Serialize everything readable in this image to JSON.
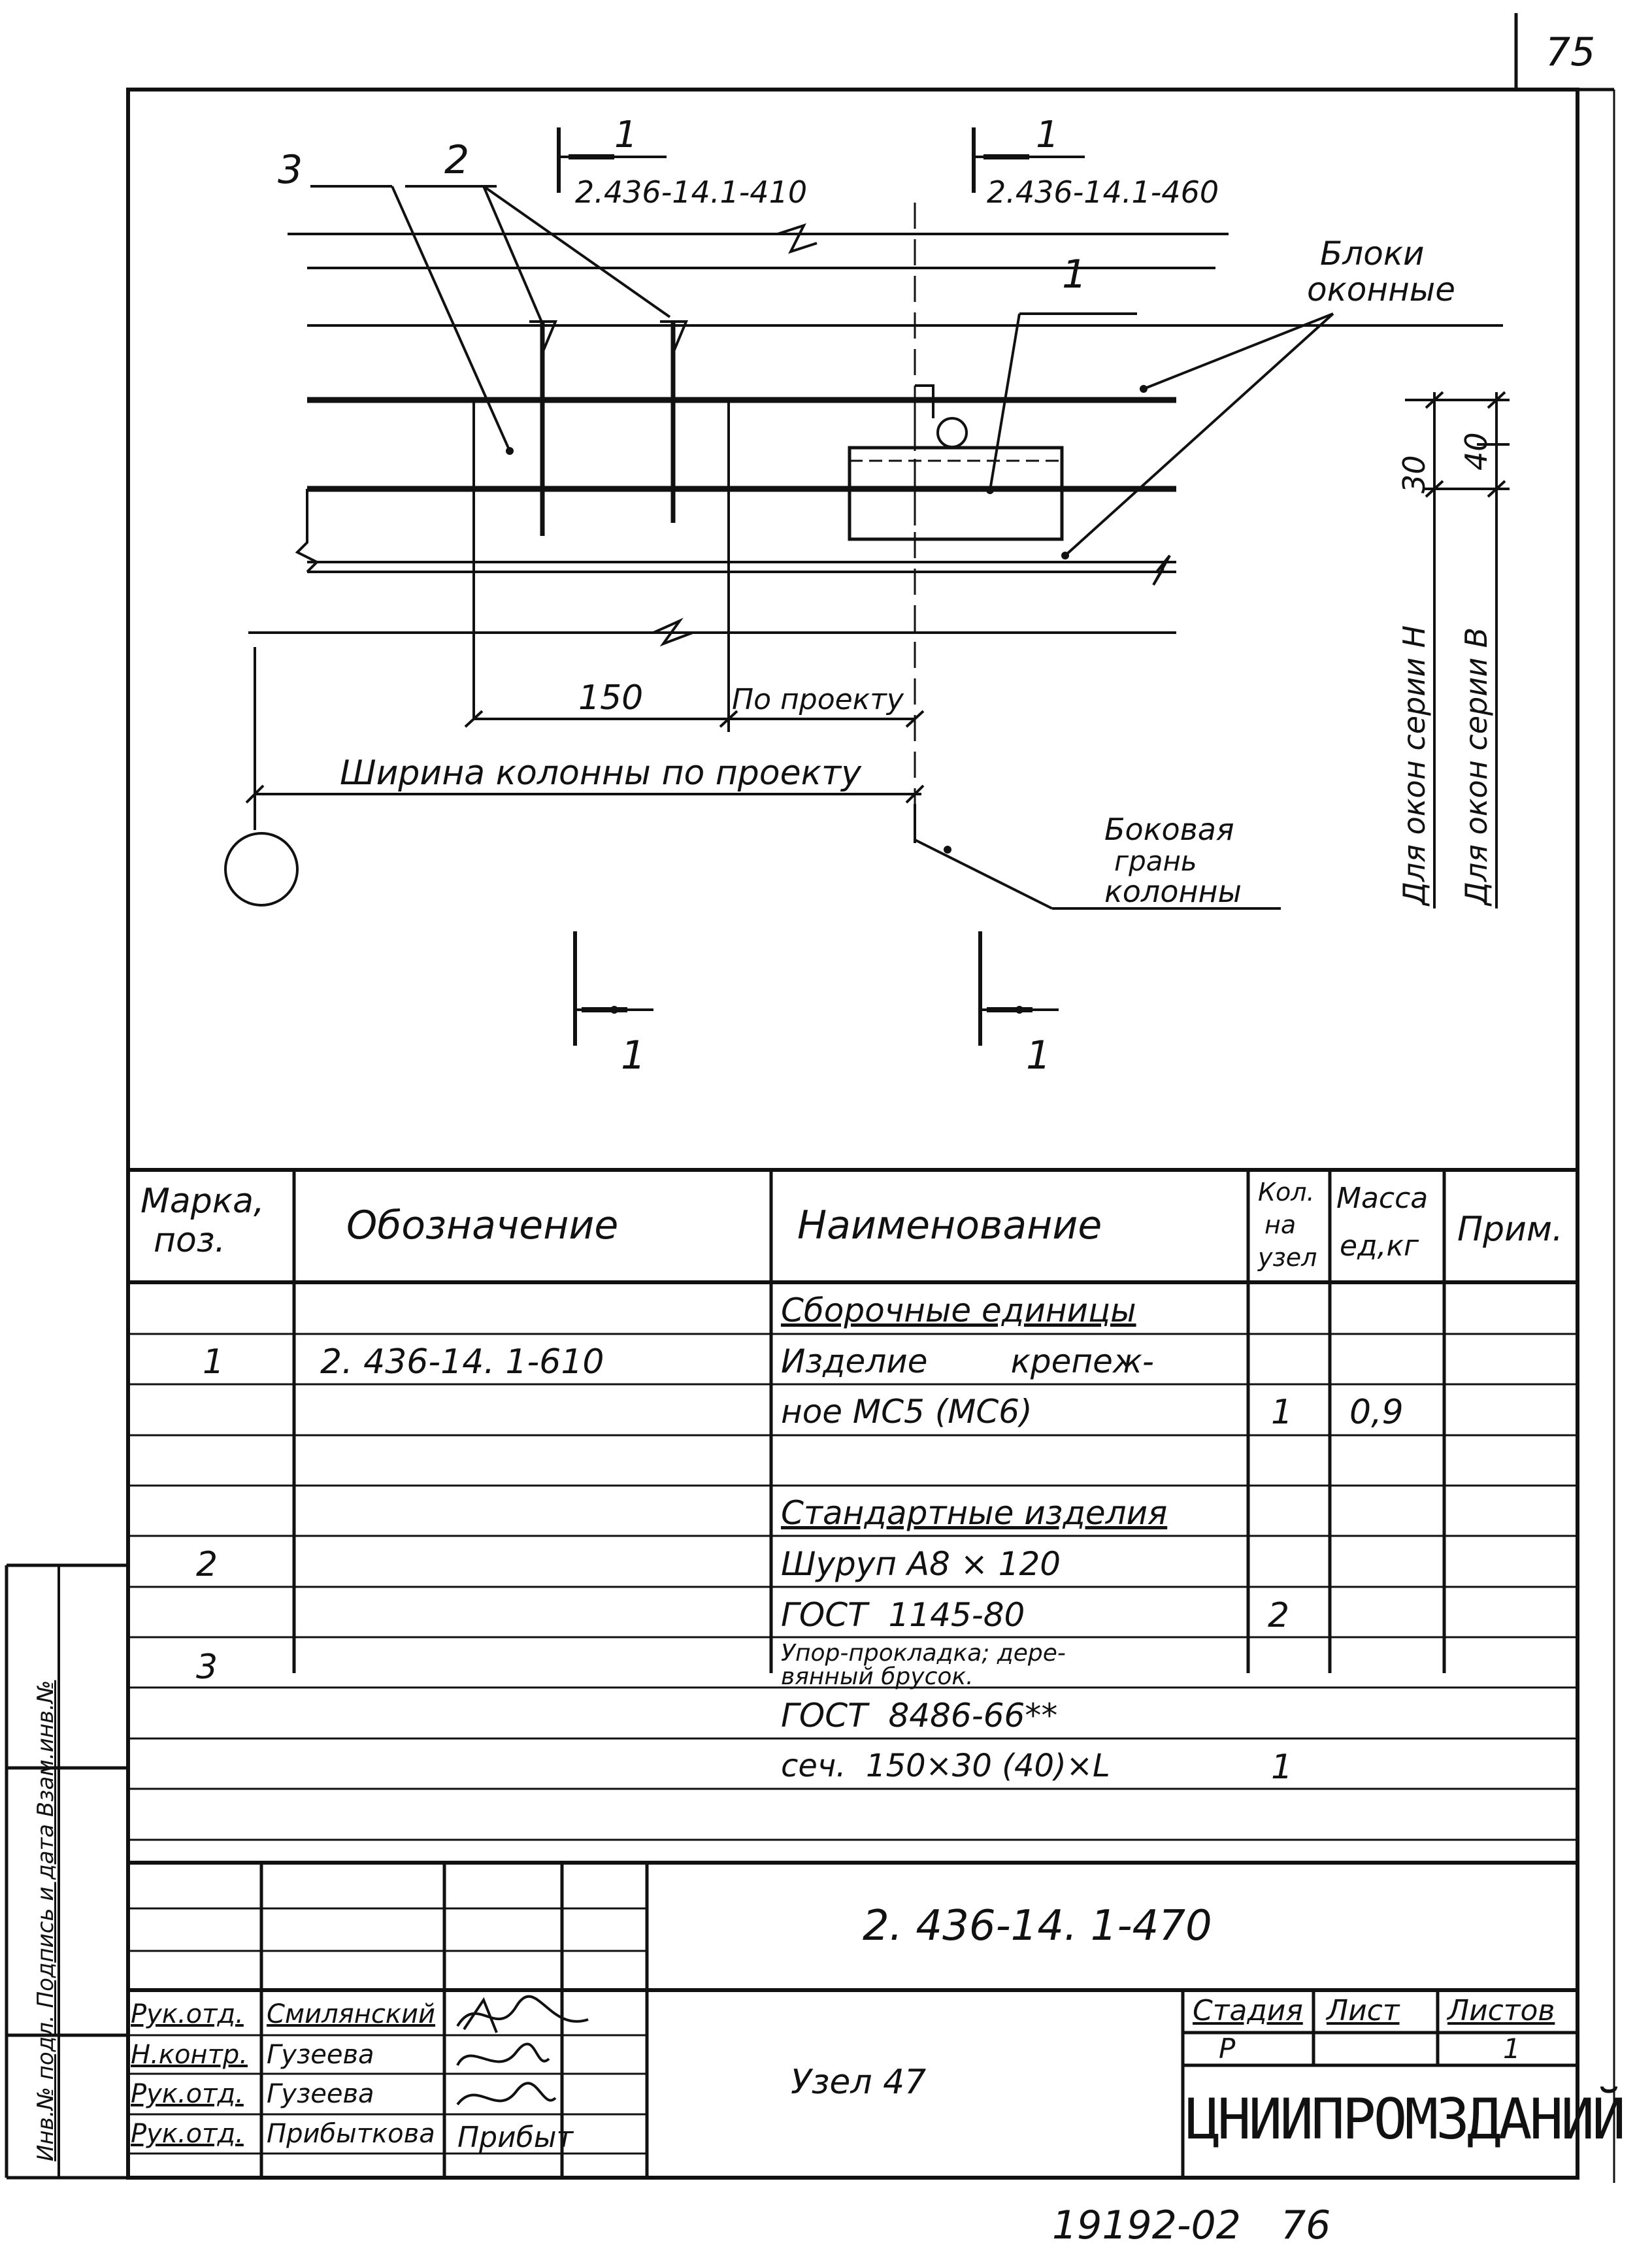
{
  "sheet_number_top": "75",
  "drawing": {
    "callouts": {
      "c1": "1",
      "c2": "2",
      "c3": "3"
    },
    "section_left": {
      "num": "1",
      "ref": "2.436-14.1-410"
    },
    "section_right": {
      "num": "1",
      "ref": "2.436-14.1-460"
    },
    "label_window_blocks": [
      "Блоки",
      "оконные"
    ],
    "dim_150": "150",
    "dim_by_project": "По проекту",
    "dim_column_width": "Ширина колонны по проекту",
    "dim_30": "30",
    "dim_40": "40",
    "label_series_h": "Для окон серии Н",
    "label_series_b": "Для окон серии В",
    "label_side_face": [
      "Боковая",
      "грань",
      "колонны"
    ],
    "cut_left_num": "1",
    "cut_right_num": "1"
  },
  "spec_table": {
    "headers": {
      "mark": [
        "Марка,",
        "поз."
      ],
      "designation": "Обозначение",
      "name": "Наименование",
      "qty": [
        "Кол.",
        "на",
        "узел"
      ],
      "mass": [
        "Масса",
        "ед,кг"
      ],
      "note": "Прим."
    },
    "rows": [
      {
        "mark": "",
        "designation": "",
        "name": "Сборочные единицы",
        "qty": "",
        "mass": "",
        "underline": true
      },
      {
        "mark": "1",
        "designation": "2. 436-14. 1-610",
        "name": "Изделие        крепеж-",
        "qty": "",
        "mass": ""
      },
      {
        "mark": "",
        "designation": "",
        "name": "ное МС5 (МС6)",
        "qty": "1",
        "mass": "0,9"
      },
      {
        "mark": "",
        "designation": "",
        "name": "",
        "qty": "",
        "mass": ""
      },
      {
        "mark": "",
        "designation": "",
        "name": "Стандартные изделия",
        "qty": "",
        "mass": "",
        "underline": true
      },
      {
        "mark": "2",
        "designation": "",
        "name": "Шуруп А8 × 120",
        "qty": "",
        "mass": ""
      },
      {
        "mark": "",
        "designation": "",
        "name": "ГОСТ  1145-80",
        "qty": "2",
        "mass": ""
      },
      {
        "mark": "3",
        "designation": "",
        "name": "Упор-прокладка; дере-",
        "name2": "вянный брусок.",
        "qty": "",
        "mass": ""
      },
      {
        "mark": "",
        "designation": "",
        "name": "ГОСТ  8486-66**",
        "qty": "",
        "mass": ""
      },
      {
        "mark": "",
        "designation": "",
        "name": "сеч.  150×30 (40)×L",
        "qty": "1",
        "mass": ""
      }
    ]
  },
  "title_block": {
    "doc_code": "2. 436-14. 1-470",
    "title": "Узел 47",
    "stage_label": "Стадия",
    "sheet_label": "Лист",
    "sheets_label": "Листов",
    "stage_value": "Р",
    "sheet_value": "",
    "sheets_value": "1",
    "organization": "ЦНИИПРОМЗДАНИЙ",
    "people": [
      {
        "role": "Рук.отд.",
        "name": "Смилянский",
        "signature": "Smi"
      },
      {
        "role": "Н.контр.",
        "name": "Гузеева",
        "signature": "Guz"
      },
      {
        "role": "Рук.отд.",
        "name": "Гузеева",
        "signature": "Guz"
      },
      {
        "role": "Рук.отд.",
        "name": "Прибыткова",
        "signature": "Прибыт"
      }
    ]
  },
  "side_stamp": "Инв.№ подл. Подпись и дата Взам.инв.№",
  "bottom_code": "19192-02",
  "bottom_page": "76"
}
